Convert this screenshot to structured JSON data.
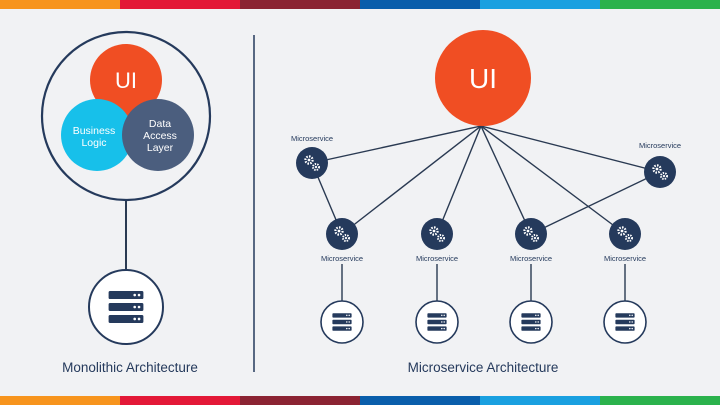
{
  "colors": {
    "background": "#f1f2f4",
    "navy": "#253a5c",
    "ui_orange": "#f04e23",
    "business_cyan": "#17c0ea",
    "data_slate": "#4b5e7e",
    "line": "#2a3a52",
    "stripe": [
      "#f7941d",
      "#e31837",
      "#8b2332",
      "#0a5eab",
      "#1aa0e0",
      "#2bb24c"
    ]
  },
  "monolith": {
    "ui_label": "UI",
    "business_logic_label": [
      "Business",
      "Logic"
    ],
    "data_access_label": [
      "Data",
      "Access",
      "Layer"
    ],
    "database_icon": "server-stack-icon",
    "caption": "Monolithic Architecture"
  },
  "microservice": {
    "ui_label": "UI",
    "caption": "Microservice Architecture",
    "nodes": [
      {
        "label": "Microservice",
        "icon": "gears-icon"
      },
      {
        "label": "Microservice",
        "icon": "gears-icon"
      },
      {
        "label": "Microservice",
        "icon": "gears-icon"
      },
      {
        "label": "Microservice",
        "icon": "gears-icon"
      },
      {
        "label": "Microservice",
        "icon": "gears-icon"
      },
      {
        "label": "Microservice",
        "icon": "gears-icon"
      }
    ],
    "databases": [
      "server-stack-icon",
      "server-stack-icon",
      "server-stack-icon",
      "server-stack-icon"
    ]
  }
}
